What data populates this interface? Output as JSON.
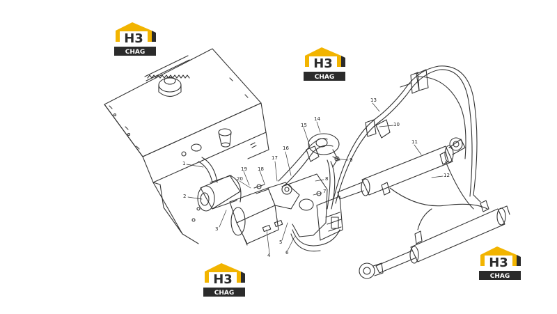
{
  "diagram": {
    "callouts": [
      "1",
      "2",
      "3",
      "4",
      "5",
      "6",
      "7",
      "8",
      "9",
      "10",
      "11",
      "12",
      "13",
      "14",
      "15",
      "16",
      "17",
      "18",
      "19",
      "20"
    ]
  },
  "watermark": {
    "logo_top": "H3",
    "logo_bottom": "CHAG",
    "colors": {
      "gold": "#f2b400",
      "dark": "#2b2b2b",
      "white": "#ffffff"
    }
  }
}
